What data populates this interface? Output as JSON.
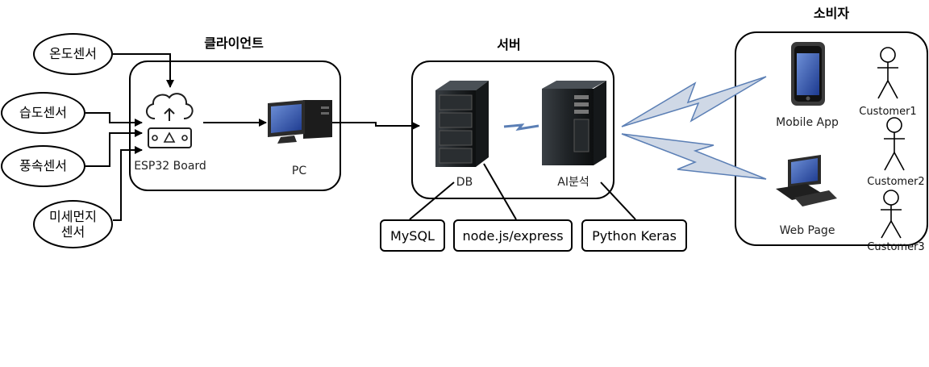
{
  "groups": {
    "client": "클라이언트",
    "server": "서버",
    "consumer": "소비자"
  },
  "sensors": {
    "temperature": "온도센서",
    "humidity": "습도센서",
    "wind": "풍속센서",
    "dust_line1": "미세먼지",
    "dust_line2": "센서"
  },
  "nodes": {
    "esp32": "ESP32 Board",
    "pc": "PC",
    "db": "DB",
    "ai": "AI분석",
    "mobile": "Mobile App",
    "web": "Web Page"
  },
  "tech": {
    "mysql": "MySQL",
    "node": "node.js/express",
    "keras": "Python Keras"
  },
  "customers": [
    "Customer1",
    "Customer2",
    "Customer3"
  ],
  "colors": {
    "stroke": "#000000",
    "lightning_fill": "#cfd8e6",
    "lightning_stroke": "#5b7fb5"
  }
}
